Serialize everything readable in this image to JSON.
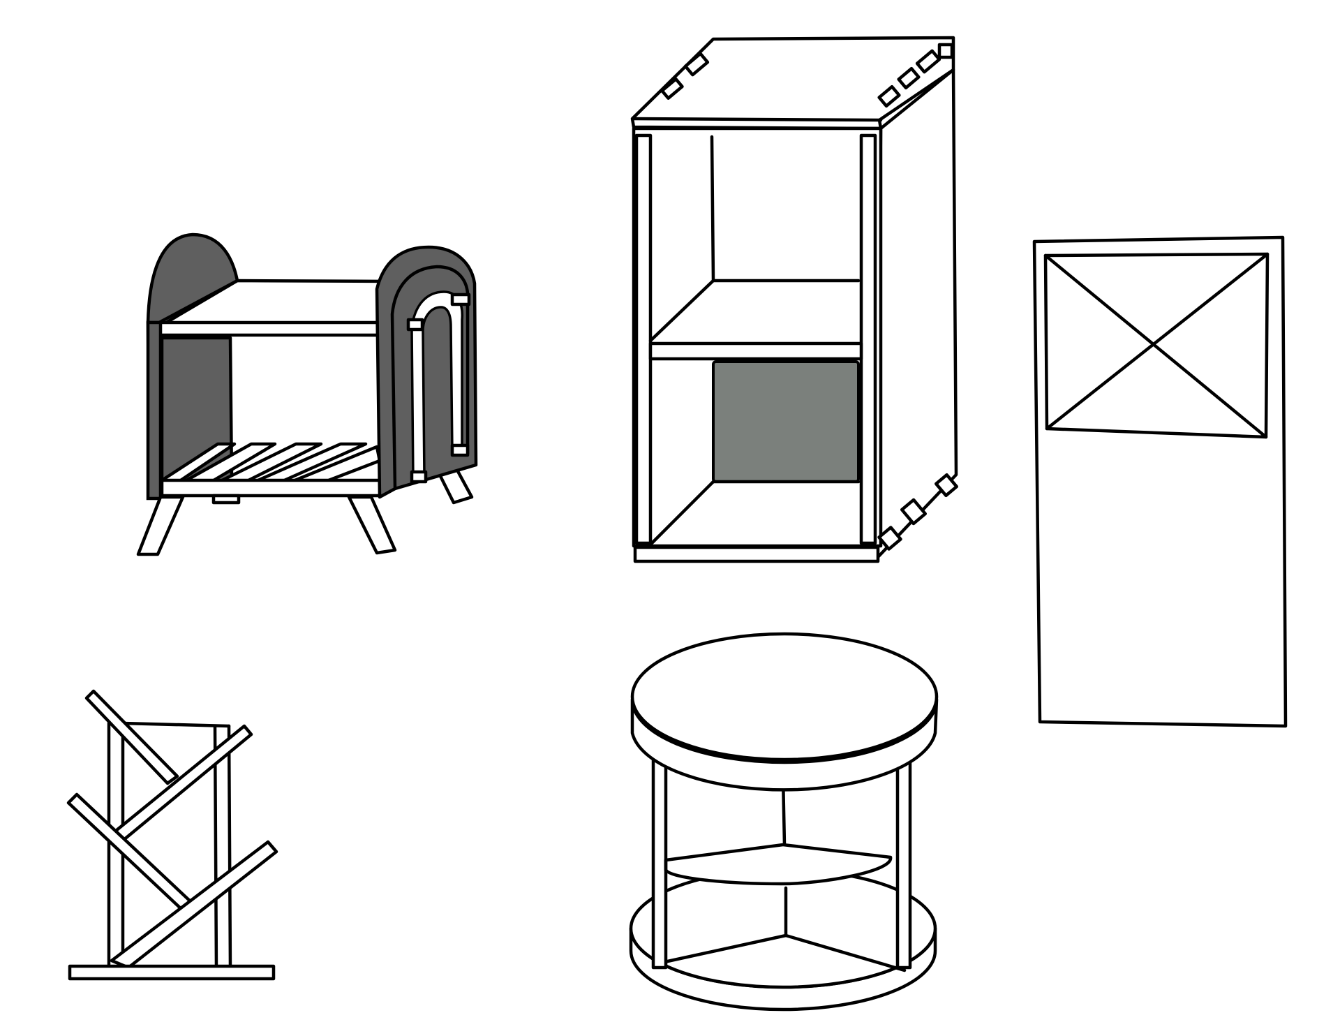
{
  "colors": {
    "background": "#ffffff",
    "outline": "#000000",
    "dark_fill": "#5f5f5f",
    "gray_panel": "#7b807c",
    "light_stripe": "#ffffff"
  },
  "items": [
    {
      "name": "arched-stool-sketch"
    },
    {
      "name": "cube-bookshelf-sketch"
    },
    {
      "name": "panel-with-x-window-sketch"
    },
    {
      "name": "tree-bookshelf-sketch"
    },
    {
      "name": "round-side-table-sketch"
    }
  ]
}
